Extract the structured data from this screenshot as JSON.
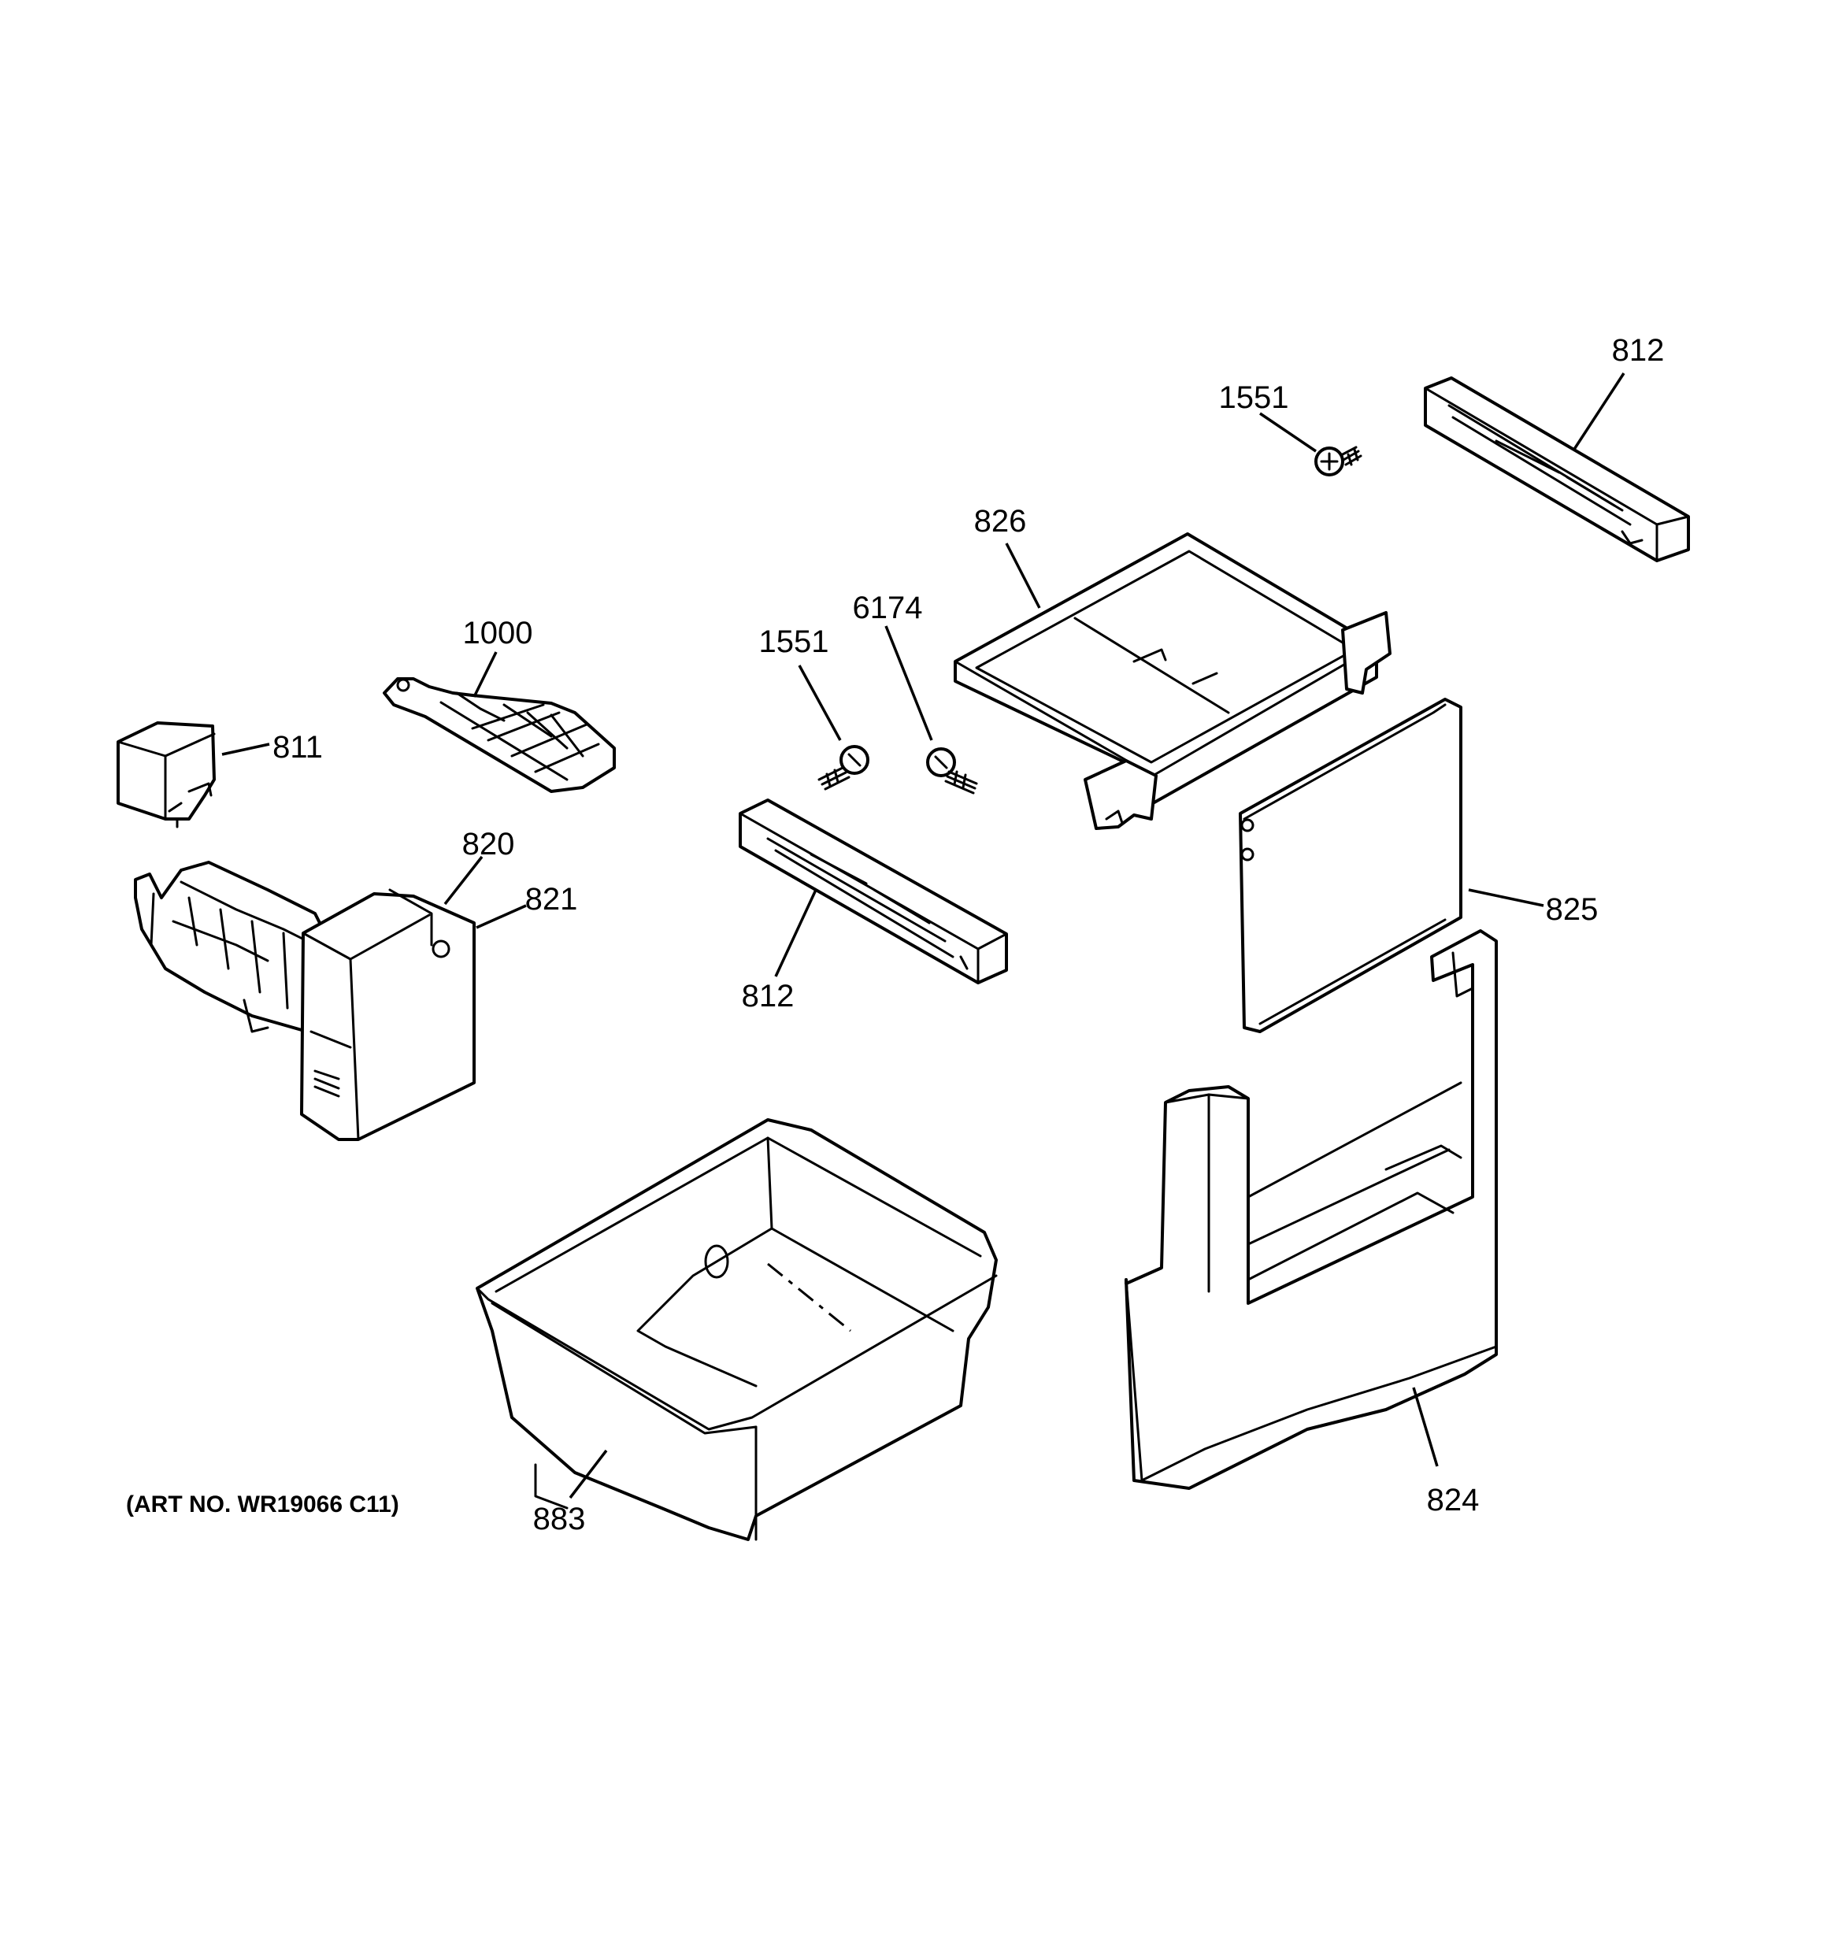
{
  "diagram": {
    "art_number": "(ART NO. WR19066 C11)",
    "parts": [
      {
        "id": "812-top",
        "label": "812",
        "icon": "channel-bracket-icon"
      },
      {
        "id": "1551-top",
        "label": "1551",
        "icon": "screw-icon"
      },
      {
        "id": "826",
        "label": "826",
        "icon": "frame-tray-icon"
      },
      {
        "id": "1000",
        "label": "1000",
        "icon": "ribbed-bracket-icon"
      },
      {
        "id": "1551-mid",
        "label": "1551",
        "icon": "screw-icon"
      },
      {
        "id": "6174",
        "label": "6174",
        "icon": "screw-icon"
      },
      {
        "id": "811",
        "label": "811",
        "icon": "clip-cup-icon"
      },
      {
        "id": "820",
        "label": "820",
        "icon": "icemaker-icon"
      },
      {
        "id": "821",
        "label": "821",
        "icon": "icemaker-cover-icon"
      },
      {
        "id": "812-mid",
        "label": "812",
        "icon": "channel-bracket-icon"
      },
      {
        "id": "825",
        "label": "825",
        "icon": "door-panel-icon"
      },
      {
        "id": "824",
        "label": "824",
        "icon": "dispenser-housing-icon"
      },
      {
        "id": "883",
        "label": "883",
        "icon": "ice-bucket-icon"
      }
    ]
  }
}
